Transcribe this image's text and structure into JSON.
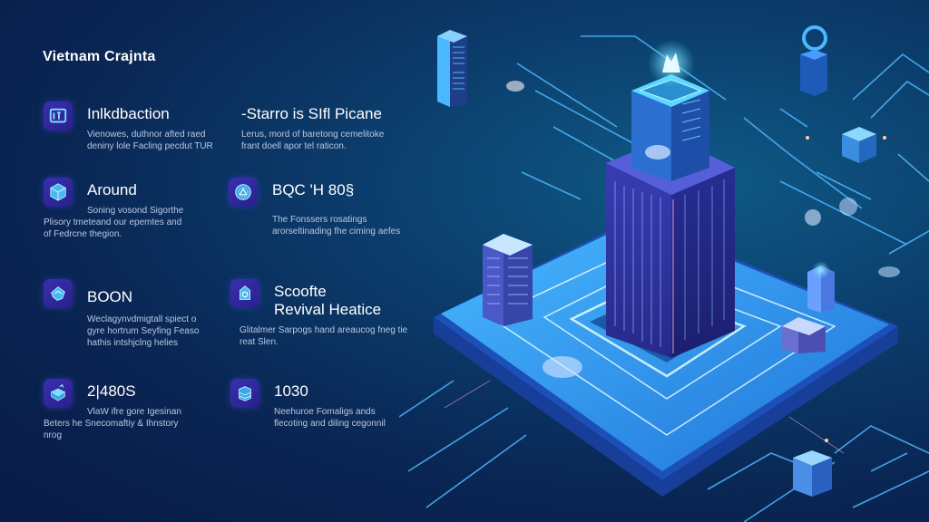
{
  "header": {
    "title": "Vietnam Crajnta"
  },
  "items": [
    {
      "title": "Inlkdbaction",
      "description_lines": [
        "Vienowes, duthnor afted raed",
        "deniny lole Facling pecdut TUR"
      ],
      "icon": "document-icon"
    },
    {
      "title": "-Starro is SIfl Picane",
      "description_lines": [
        "Lerus, mord of baretong cemelitoke",
        "frant doell apor tel raticon."
      ],
      "icon": "none"
    },
    {
      "title": "Around",
      "description_lines": [
        "Soning vosond Sigorthe",
        "Plisory tmeteand our epemtes and",
        "of Fedrcne thegion."
      ],
      "icon": "cube-icon"
    },
    {
      "title": "BQC 'H 80§",
      "description_lines": [
        "The Fonssers rosatings",
        "arorseltinading fhe ciming aefes"
      ],
      "icon": "globe-icon"
    },
    {
      "title": "BOON",
      "description_lines": [
        "Weclagynvdmigtall spiect o",
        "gyre hortrum Seyfing Feaso",
        "hathis intshjclng helies"
      ],
      "icon": "house-icon"
    },
    {
      "title": "Scoofte Revival Heatice",
      "title_lines": [
        "Scoofte",
        "Revival Heatice"
      ],
      "description_lines": [
        "Glitalmer Sarpogs hand areaucog fneg tie",
        "reat Slen."
      ],
      "icon": "shield-home-icon"
    },
    {
      "title": "2|480S",
      "description_lines": [
        "VlaW ifre gore Igesinan",
        "Beters he Snecomaftiy & Ihnstory",
        "nrog"
      ],
      "icon": "box-open-icon"
    },
    {
      "title": "1030",
      "description_lines": [
        "Neehuroe Fomaligs ands",
        "flecoting and diling cegonnil"
      ],
      "icon": "server-icon"
    }
  ],
  "illustration": {
    "subject": "isometric blockchain tower on circuit platform",
    "colors": {
      "background_dark": "#081a45",
      "background_mid": "#0b3c6b",
      "platform": "#2f8fe0",
      "platform_edge": "#1d4fb8",
      "tower": "#2a2d8f",
      "glow": "#5ad8ff",
      "circuit": "#4fb8ff",
      "accent_pink": "#e79ad6"
    }
  },
  "colors": {
    "icon_tile": "#3a2fb0",
    "title_text": "#ffffff",
    "body_text": "#b9c8e0"
  }
}
